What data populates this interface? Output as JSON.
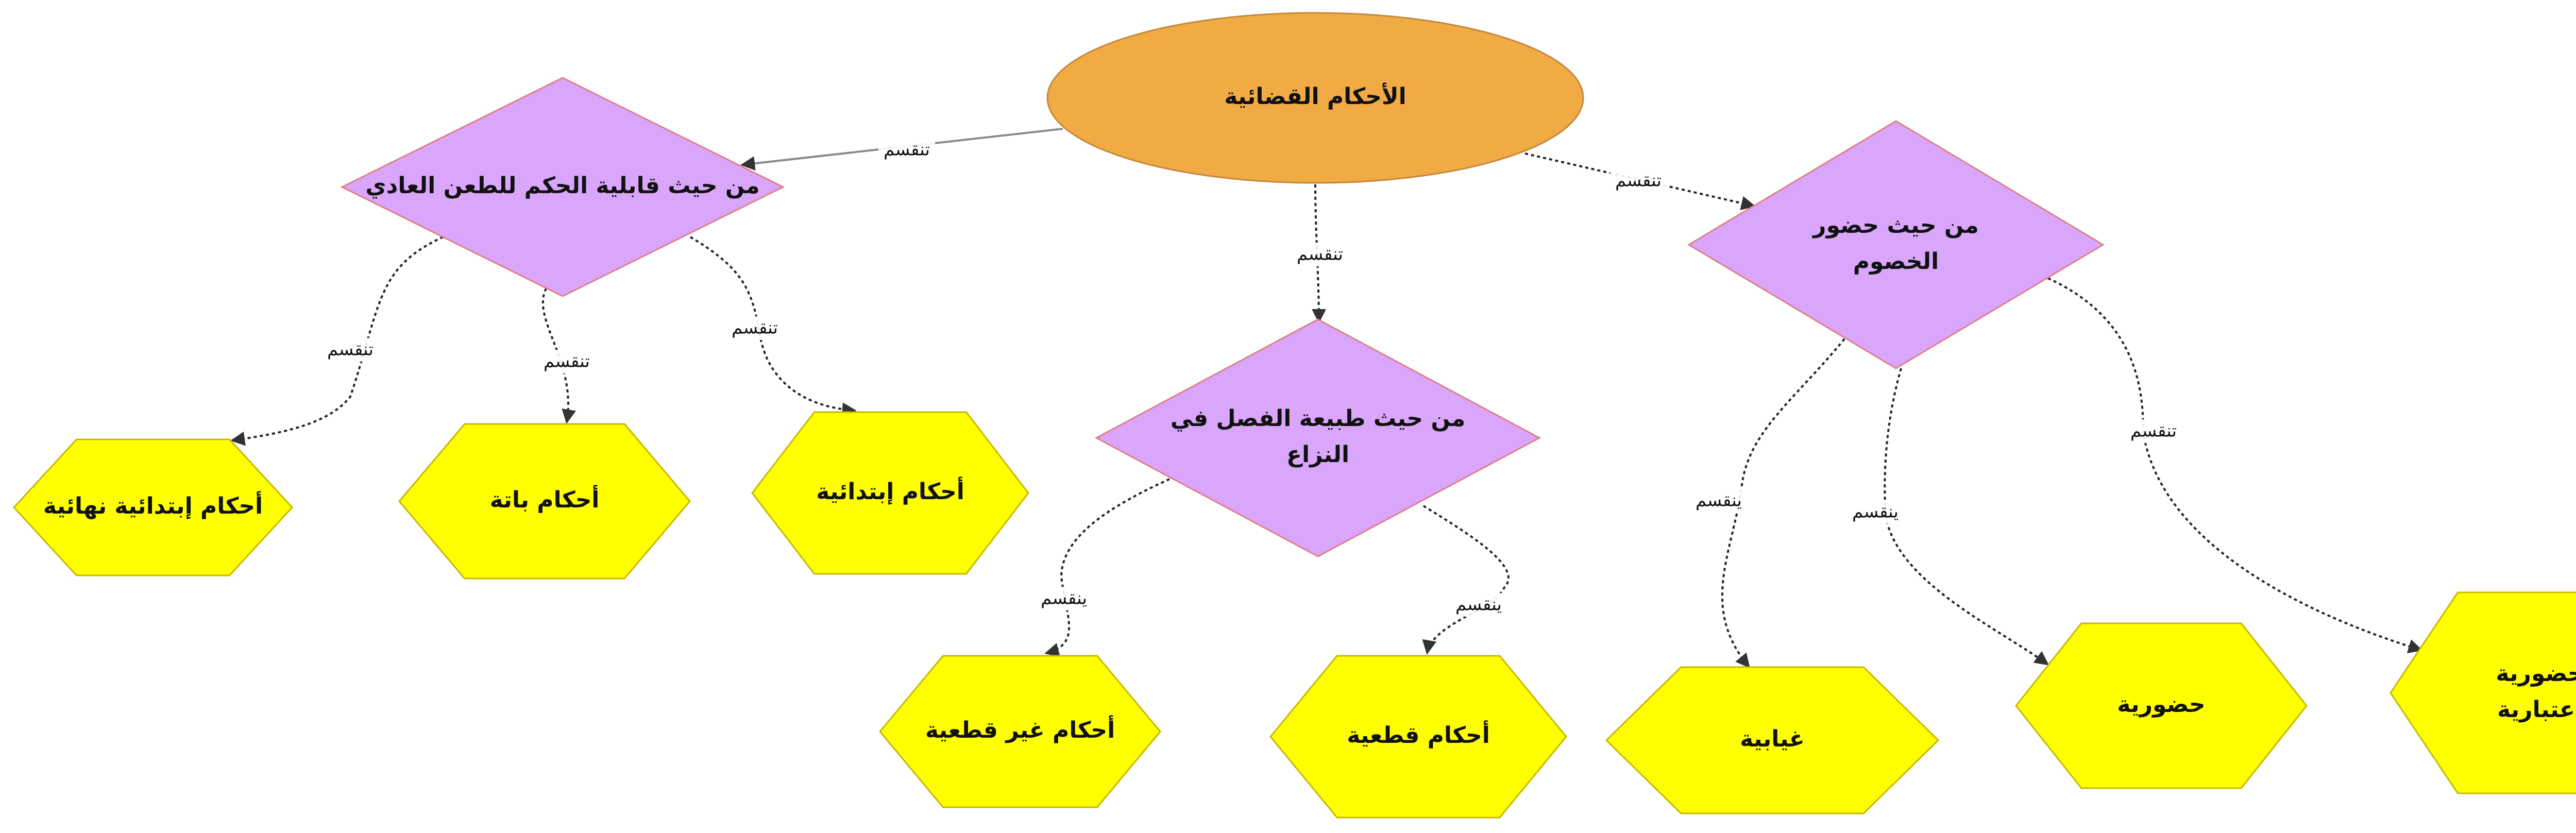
{
  "colors": {
    "root_fill": "#f1ab45",
    "root_stroke": "#c4883a",
    "criterion_fill": "#d9a6fb",
    "criterion_stroke": "#e07f8a",
    "leaf_fill": "#ffff00",
    "leaf_stroke": "#c8b800",
    "edge_solid": "#8a8a8a",
    "edge_dotted": "#222222",
    "text": "#111111"
  },
  "nodes": {
    "root": {
      "lines": [
        "الأحكام القضائية"
      ]
    },
    "appeal": {
      "lines": [
        "من حيث قابلية الحكم للطعن العادي"
      ]
    },
    "nature": {
      "lines": [
        "من حيث طبيعة الفصل في",
        "النزاع"
      ]
    },
    "presence": {
      "lines": [
        "من حيث حضور",
        "الخصوم"
      ]
    },
    "leaf_initial_final": {
      "lines": [
        "أحكام إبتدائية نهائية"
      ]
    },
    "leaf_final": {
      "lines": [
        "أحكام باتة"
      ]
    },
    "leaf_initial": {
      "lines": [
        "أحكام إبتدائية"
      ]
    },
    "leaf_non_definitive": {
      "lines": [
        "أحكام غير قطعية"
      ]
    },
    "leaf_definitive": {
      "lines": [
        "أحكام قطعية"
      ]
    },
    "leaf_absentia": {
      "lines": [
        "غيابية"
      ]
    },
    "leaf_presence": {
      "lines": [
        "حضورية"
      ]
    },
    "leaf_deemed_presence": {
      "lines": [
        "حضورية",
        "إعتبارية"
      ]
    }
  },
  "edges": {
    "root_appeal": "تنقسم",
    "root_nature": "تنقسم",
    "root_presence": "تنقسم",
    "appeal_initial_final": "تنقسم",
    "appeal_final": "تنقسم",
    "appeal_initial": "تنقسم",
    "nature_non_definitive": "ينقسم",
    "nature_definitive": "ينقسم",
    "presence_absentia": "ينقسم",
    "presence_presence": "ينقسم",
    "presence_deemed": "تنقسم"
  }
}
